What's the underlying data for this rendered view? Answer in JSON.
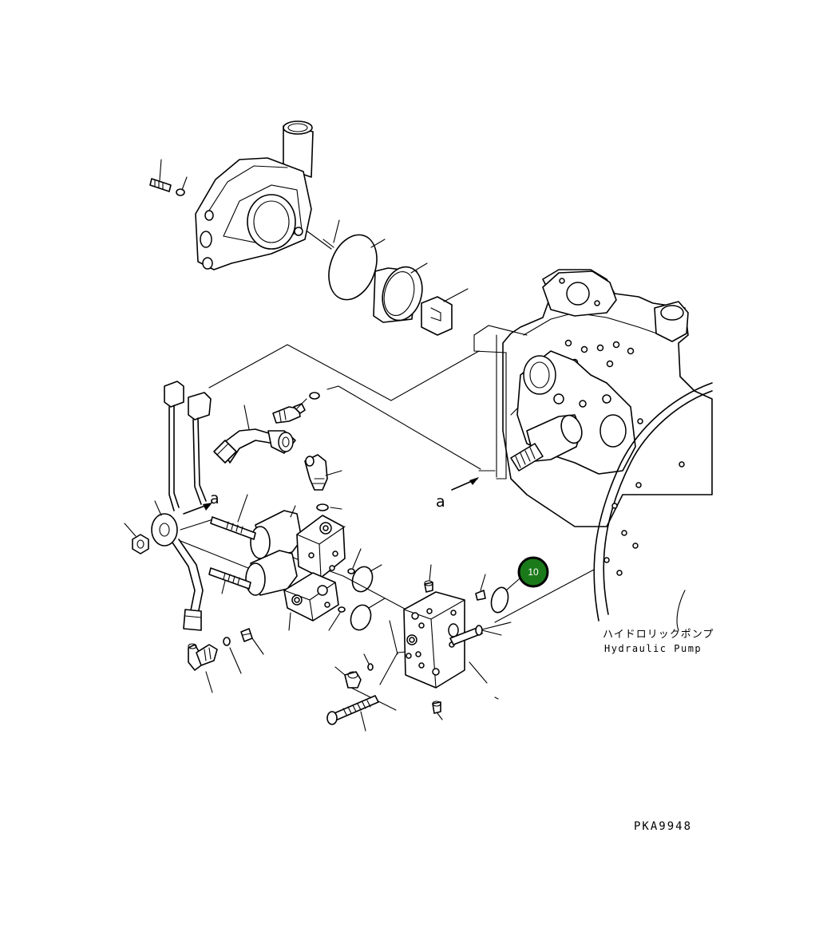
{
  "diagram": {
    "drawing_code": "PKA9948",
    "pump_label_jp": "ハイドロリックポンプ",
    "pump_label_en": "Hydraulic Pump",
    "view_marker_left": "a",
    "view_marker_right": "a",
    "callout": {
      "number": "10",
      "fill_color": "#1a7a1a",
      "ring_color": "#000000"
    }
  }
}
